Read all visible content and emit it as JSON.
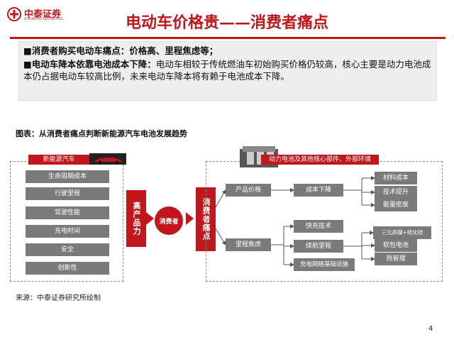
{
  "header": {
    "logo_name": "中泰证券",
    "logo_sub": "ZHONGTAI SECURITIES",
    "title": "电动车价格贵——消费者痛点"
  },
  "points": [
    "■消费者购买电动车痛点：价格高、里程焦虑等；",
    {
      "lead": "■电动车降本依靠电池成本下降：",
      "text": "电动车相较于传统燃油车初始购买价格仍较高，核心主要是动力电池成本仍占据电动车较高比例，未来电动车降本将有赖于电池成本下降。"
    }
  ],
  "figure": {
    "title": "图表：从消费者痛点判断新能源汽车电池发展趋势",
    "left_tag": "新能源汽车",
    "left_items": [
      "生命周期成本",
      "行驶里程",
      "驾驶性能",
      "充电时间",
      "安全",
      "创新性"
    ],
    "high_pain": "高产品力",
    "consumer": "消费者",
    "pain": "消费者痛点",
    "right_tag": "动力电池及其他核心部件、外部环境",
    "level1": [
      "产品价格",
      "里程焦虑"
    ],
    "level2": [
      "成本下降",
      "快充技术",
      "续航里程",
      "充电网络基础设施"
    ],
    "level3": [
      "材料成本",
      "技术提升",
      "能量密度",
      "三元高镍+硅化硅",
      "软包电池",
      "热管理"
    ]
  },
  "source": "来源：中泰证券研究所绘制",
  "page_number": "4",
  "colors": {
    "brand_red": "#c0161c",
    "gray_box": "#7a7a7a"
  }
}
